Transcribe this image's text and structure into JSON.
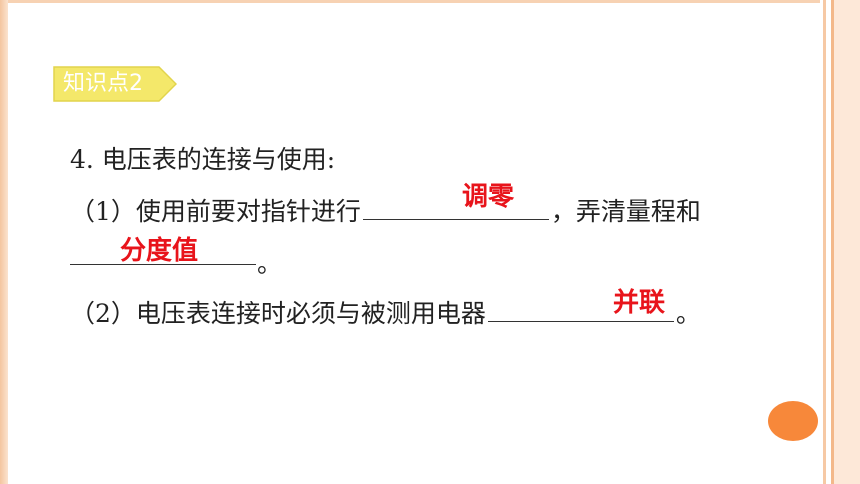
{
  "badge": {
    "label": "知识点2",
    "fill_color": "#f4e86a",
    "text_color": "#ffffff"
  },
  "heading": {
    "text": "4.  电压表的连接与使用:"
  },
  "item1": {
    "before": "（1）使用前要对指针进行",
    "middle": "，弄清量程和",
    "end": "。",
    "answer1": "调零",
    "answer2": "分度值"
  },
  "item2": {
    "before": "（2）电压表连接时必须与被测用电器",
    "end": "。",
    "answer": "并联"
  },
  "colors": {
    "answer": "#e8141b",
    "accent": "#f7883a",
    "frame": "#f4c59f"
  }
}
